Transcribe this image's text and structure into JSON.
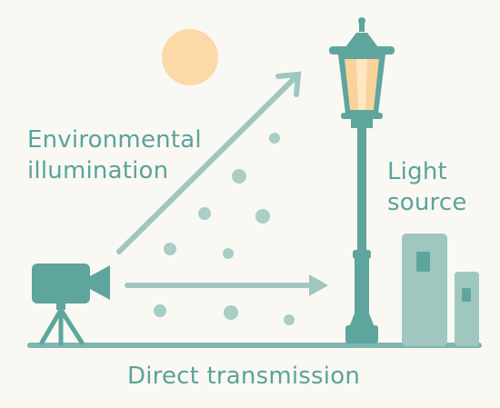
{
  "labels": {
    "environmental_line1": "Environmental",
    "environmental_line2": "illumination",
    "light_line1": "Light",
    "light_line2": "source",
    "direct": "Direct transmission"
  },
  "colors": {
    "background": "#faf8f3",
    "teal": "#5aa39c",
    "teal_light": "#9fc7c0",
    "sun": "#fbd9a8",
    "lamp_glow": "#fbd29a"
  }
}
